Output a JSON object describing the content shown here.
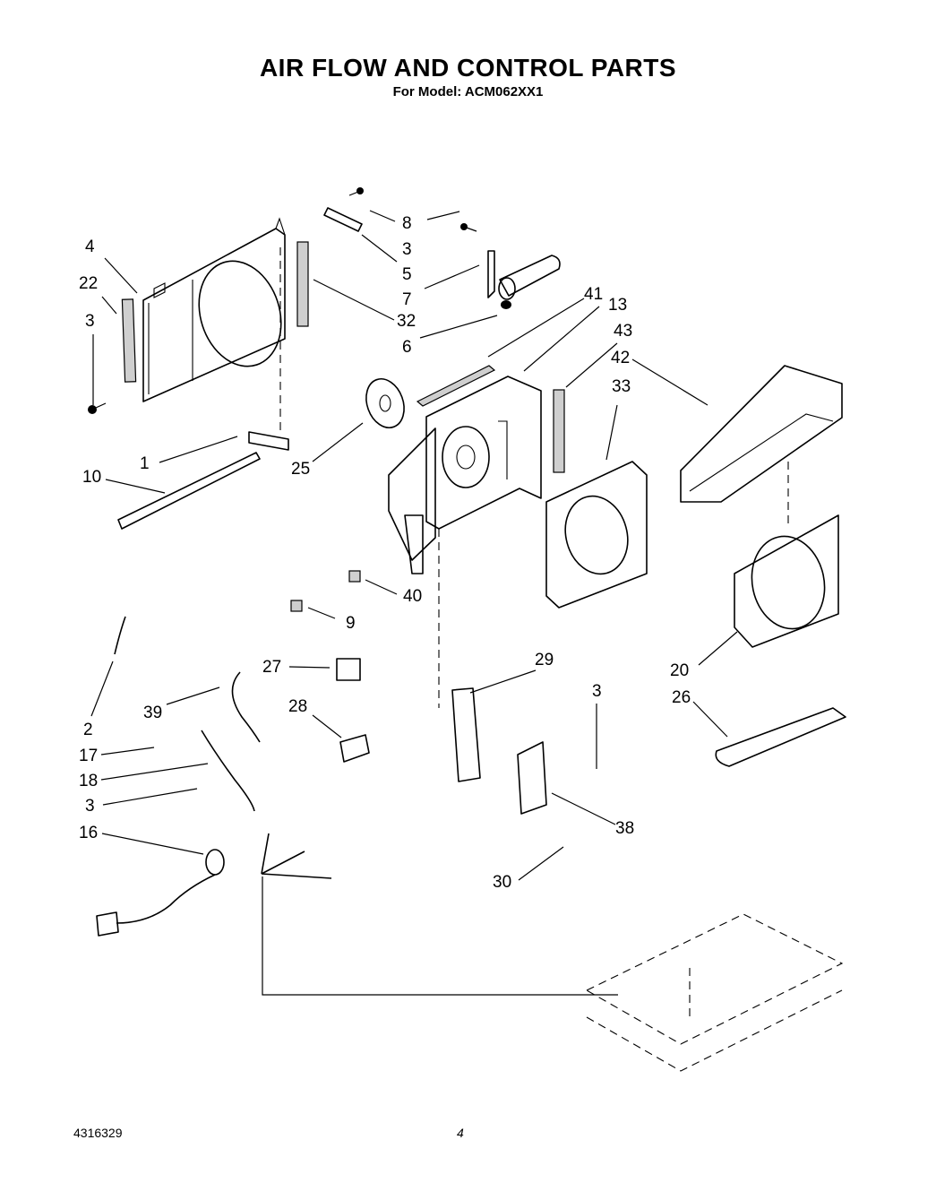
{
  "header": {
    "title": "AIR FLOW AND CONTROL PARTS",
    "subtitle": "For Model: ACM062XX1"
  },
  "footer": {
    "doc_number": "4316329",
    "page_number": "4"
  },
  "callouts": {
    "c8": "8",
    "c3a": "3",
    "c5": "5",
    "c7": "7",
    "c41": "41",
    "c13": "13",
    "c43": "43",
    "c42": "42",
    "c33": "33",
    "c4": "4",
    "c22": "22",
    "c3b": "3",
    "c32": "32",
    "c6": "6",
    "c25": "25",
    "c1": "1",
    "c10": "10",
    "c40": "40",
    "c9": "9",
    "c27": "27",
    "c29": "29",
    "c3c": "3",
    "c2": "2",
    "c39": "39",
    "c28": "28",
    "c17": "17",
    "c18": "18",
    "c3d": "3",
    "c16": "16",
    "c38": "38",
    "c30": "30",
    "c20": "20",
    "c26": "26"
  }
}
